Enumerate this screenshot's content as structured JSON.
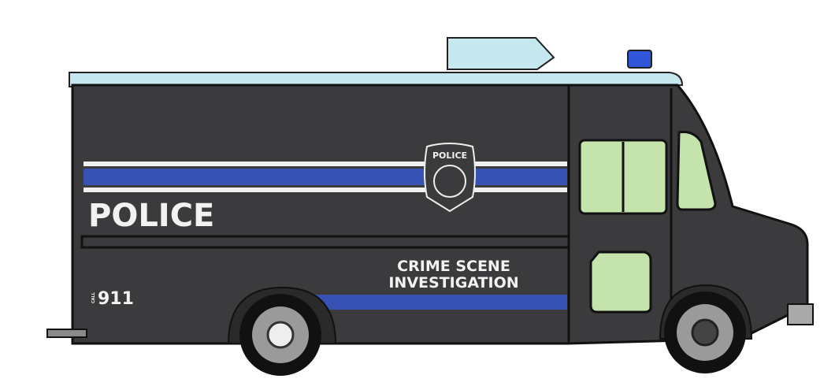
{
  "vehicle": {
    "side_label": "POLICE",
    "badge_label": "POLICE",
    "unit_line1": "CRIME SCENE",
    "unit_line2": "INVESTIGATION",
    "call_label": "CALL",
    "number_label": "911"
  },
  "colors": {
    "body": "#3b3b3d",
    "roof": "#c4e8ee",
    "stripe_blue": "#3852b4",
    "stripe_white": "#f0f0f0",
    "window": "#c5e3ad",
    "beacon": "#2f56d8"
  }
}
